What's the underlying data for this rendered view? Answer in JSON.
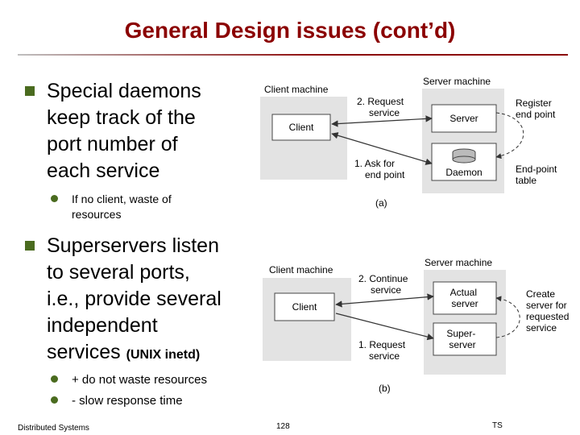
{
  "title": "General Design issues (cont’d)",
  "bullets": {
    "b1": [
      "Special daemons",
      "keep track of the",
      "port number of",
      "each service"
    ],
    "b1_sub": [
      "If no client, waste of",
      "resources"
    ],
    "b2_lines": [
      "Superservers  listen",
      "to several ports,",
      "i.e., provide several",
      "independent"
    ],
    "b2_last_main": "services ",
    "b2_last_small": "(UNIX inetd)",
    "b2_sub1": "+ do not waste resources",
    "b2_sub2": "- slow response time"
  },
  "diagram_a": {
    "client_machine": "Client machine",
    "server_machine": "Server machine",
    "client": "Client",
    "server": "Server",
    "daemon": "Daemon",
    "step2": [
      "2. Request",
      "service"
    ],
    "step1": [
      "1. Ask for",
      "end point"
    ],
    "register": [
      "Register",
      "end point"
    ],
    "table": [
      "End-point",
      "table"
    ],
    "caption": "(a)"
  },
  "diagram_b": {
    "client_machine": "Client machine",
    "server_machine": "Server machine",
    "client": "Client",
    "actual": [
      "Actual",
      "server"
    ],
    "super": [
      "Super-",
      "server"
    ],
    "step2": [
      "2. Continue",
      "service"
    ],
    "step1": [
      "1. Request",
      "service"
    ],
    "create": [
      "Create",
      "server for",
      "requested",
      "service"
    ],
    "caption": "(b)"
  },
  "footer": {
    "left": "Distributed Systems",
    "center": "128",
    "right": "TS"
  }
}
